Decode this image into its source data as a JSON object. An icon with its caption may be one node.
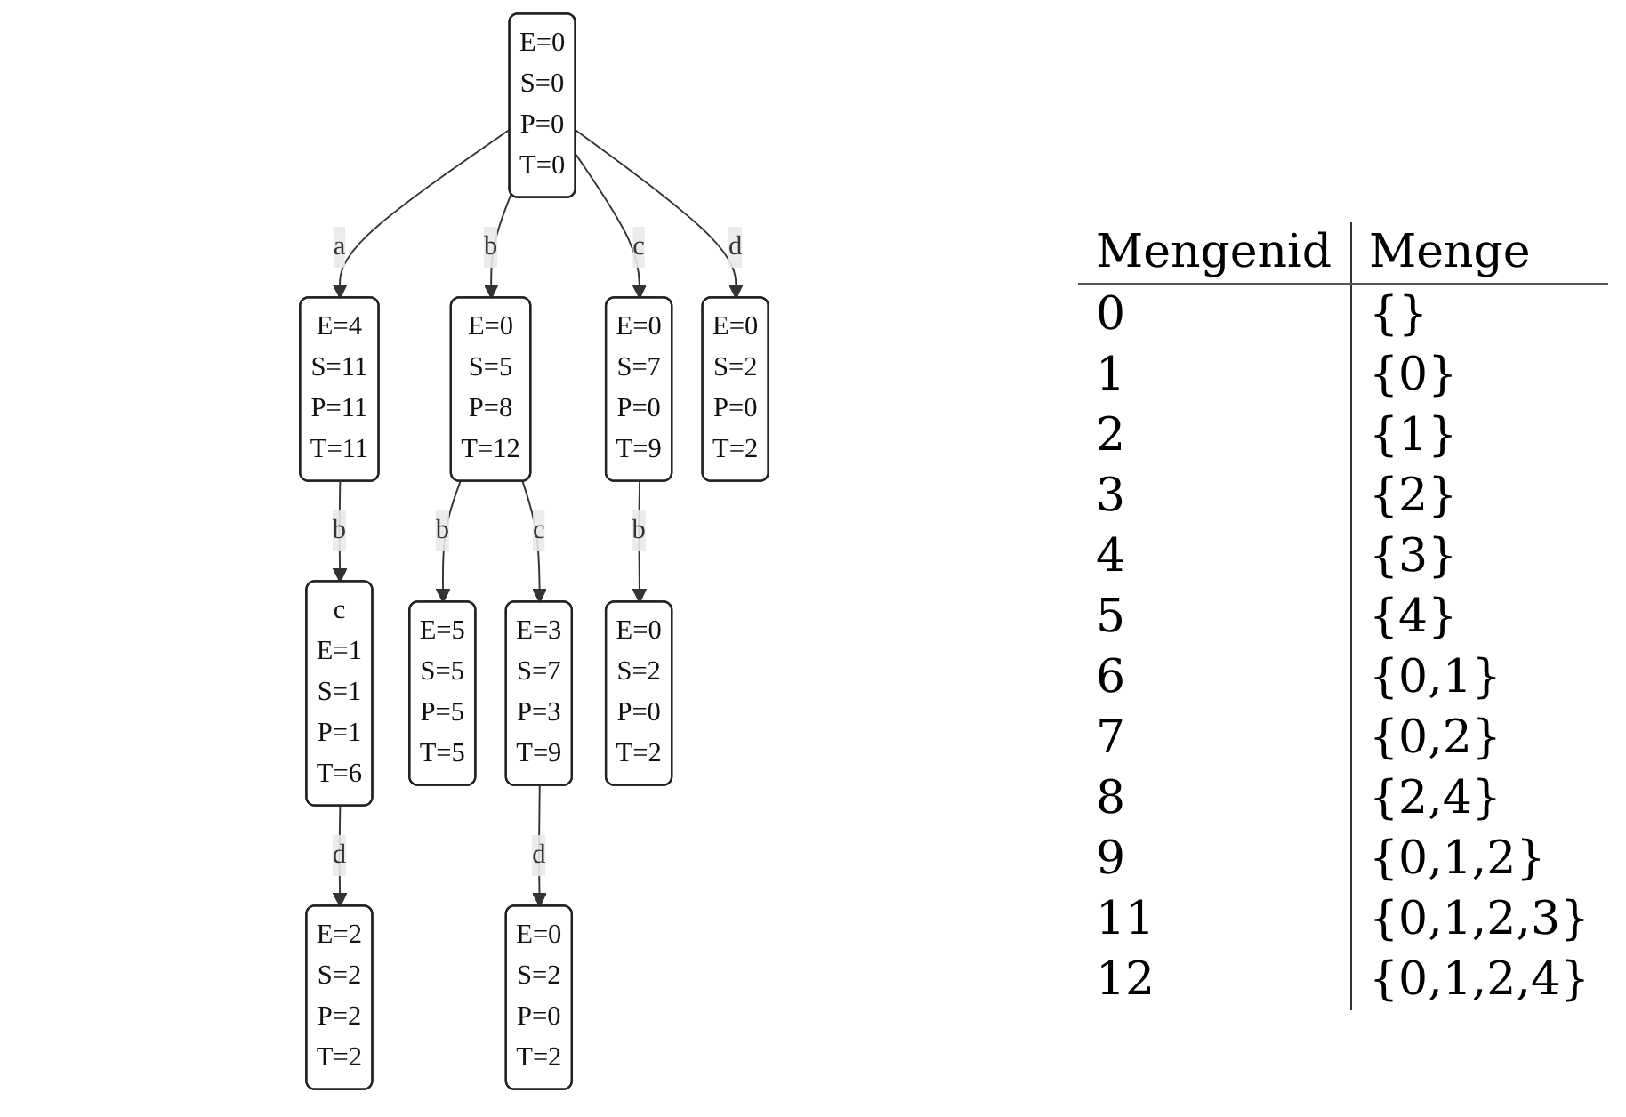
{
  "diagram": {
    "nodes": [
      {
        "text": [
          "E=0",
          "S=0",
          "P=0",
          "T=0"
        ]
      },
      {
        "text": [
          "E=4",
          "S=11",
          "P=11",
          "T=11"
        ]
      },
      {
        "text": [
          "E=0",
          "S=5",
          "P=8",
          "T=12"
        ]
      },
      {
        "text": [
          "E=0",
          "S=7",
          "P=0",
          "T=9"
        ]
      },
      {
        "text": [
          "E=0",
          "S=2",
          "P=0",
          "T=2"
        ]
      },
      {
        "text": [
          "c",
          "E=1",
          "S=1",
          "P=1",
          "T=6"
        ]
      },
      {
        "text": [
          "E=5",
          "S=5",
          "P=5",
          "T=5"
        ]
      },
      {
        "text": [
          "E=3",
          "S=7",
          "P=3",
          "T=9"
        ]
      },
      {
        "text": [
          "E=0",
          "S=2",
          "P=0",
          "T=2"
        ]
      },
      {
        "text": [
          "E=2",
          "S=2",
          "P=2",
          "T=2"
        ]
      },
      {
        "text": [
          "E=0",
          "S=2",
          "P=0",
          "T=2"
        ]
      }
    ],
    "edges": [
      {
        "from": 0,
        "to": 1,
        "arrow": "to",
        "label": "a"
      },
      {
        "from": 0,
        "to": 2,
        "arrow": "to",
        "label": "b"
      },
      {
        "from": 0,
        "to": 3,
        "arrow": "to",
        "label": "c"
      },
      {
        "from": 0,
        "to": 4,
        "arrow": "to",
        "label": "d"
      },
      {
        "from": 1,
        "to": 5,
        "arrow": "to",
        "label": "b"
      },
      {
        "from": 2,
        "to": 6,
        "arrow": "to",
        "label": "b"
      },
      {
        "from": 2,
        "to": 7,
        "arrow": "to",
        "label": "c"
      },
      {
        "from": 3,
        "to": 8,
        "arrow": "to",
        "label": "b"
      },
      {
        "from": 5,
        "to": 9,
        "arrow": "to",
        "label": "d"
      },
      {
        "from": 7,
        "to": 10,
        "arrow": "to",
        "label": "d"
      }
    ],
    "labels": [
      "Mengenid",
      "Menge",
      "0",
      "{}",
      "1",
      "{0}",
      "2",
      "{1}",
      "3",
      "{2}",
      "4",
      "{3}",
      "5",
      "{4}",
      "6",
      "{0,1}",
      "7",
      "{0,2}",
      "8",
      "{2,4}",
      "9",
      "{0,1,2}",
      "11",
      "{0,1,2,3}",
      "12",
      "{0,1,2,4}"
    ]
  }
}
